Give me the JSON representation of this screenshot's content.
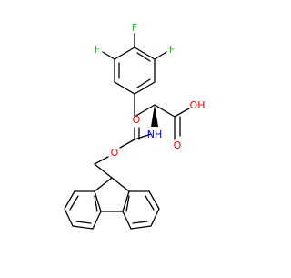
{
  "molecule": {
    "atom_labels": {
      "f_top": "F",
      "f_left": "F",
      "f_right": "F",
      "o_carbonyl_acid": "O",
      "oh_acid": "OH",
      "nh": "NH",
      "o_carbamate_carbonyl": "O",
      "o_carbamate_ester": "O"
    },
    "colors": {
      "bond": "#000000",
      "fluorine": "#1ec81e",
      "oxygen": "#ff0000",
      "nitrogen": "#0000ff"
    }
  }
}
